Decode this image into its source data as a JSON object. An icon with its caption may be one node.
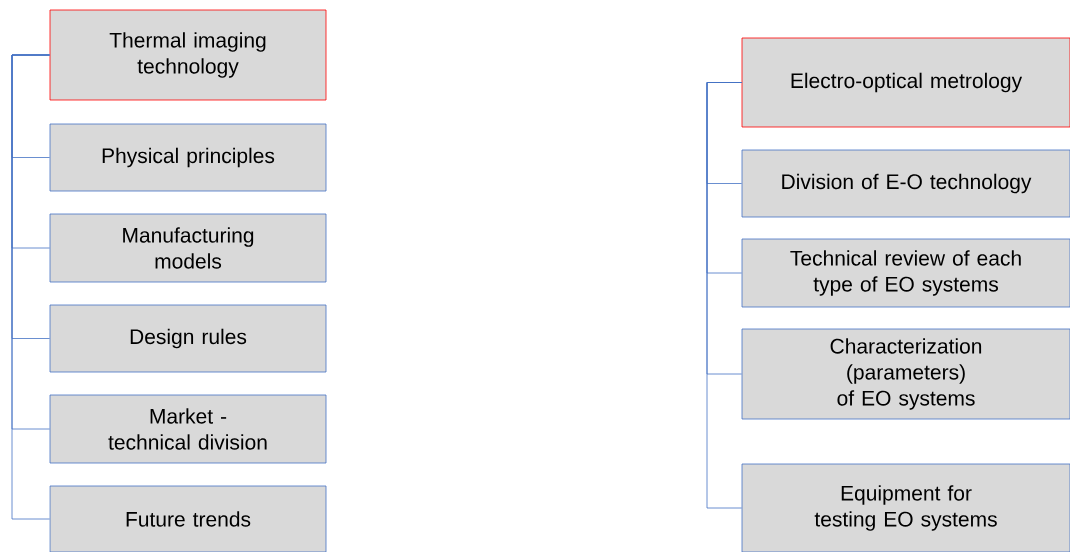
{
  "diagram": {
    "nodes": [
      {
        "text": [
          "Thermal imaging technology"
        ]
      },
      {
        "text": [
          "Physical principles"
        ]
      },
      {
        "text": [
          "Manufacturing models"
        ]
      },
      {
        "text": [
          "Design rules"
        ]
      },
      {
        "text": [
          "Market - technical division"
        ]
      },
      {
        "text": [
          "Future trends"
        ]
      },
      {
        "text": [
          "Electro-optical metrology"
        ]
      },
      {
        "text": [
          "Division of E-O technology"
        ]
      },
      {
        "text": [
          "Technical review of each type of EO systems"
        ]
      },
      {
        "text": [
          "Characterization (parameters) of  EO systems"
        ]
      },
      {
        "text": [
          "Equipment for testing EO systems"
        ]
      }
    ],
    "edges": [
      {
        "from": 0,
        "to": 1,
        "arrow": "none"
      },
      {
        "from": 0,
        "to": 2,
        "arrow": "none"
      },
      {
        "from": 0,
        "to": 3,
        "arrow": "none"
      },
      {
        "from": 0,
        "to": 4,
        "arrow": "none"
      },
      {
        "from": 0,
        "to": 5,
        "arrow": "none"
      },
      {
        "from": 6,
        "to": 7,
        "arrow": "none"
      },
      {
        "from": 6,
        "to": 8,
        "arrow": "none"
      },
      {
        "from": 6,
        "to": 9,
        "arrow": "none"
      },
      {
        "from": 6,
        "to": 10,
        "arrow": "none"
      }
    ]
  }
}
